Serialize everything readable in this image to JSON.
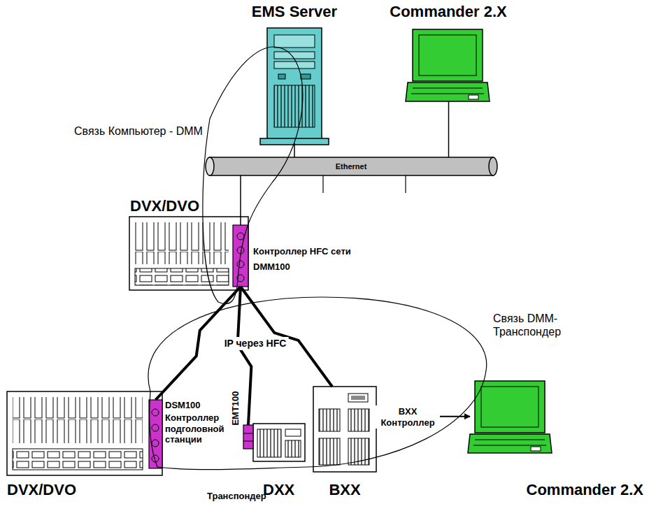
{
  "diagram": {
    "nodes": [
      {
        "text": [
          "EMS Server"
        ]
      },
      {
        "text": [
          "Commander 2.X"
        ]
      },
      {
        "text": [
          "Ethernet"
        ]
      },
      {
        "text": [
          "DVX/DVO"
        ]
      },
      {
        "text": [
          "Контроллер HFC сети",
          "DMM100"
        ],
        "in": 3
      },
      {
        "text": [
          "DVX/DVO"
        ]
      },
      {
        "text": [
          "DSM100",
          "Контроллер подголовной станции"
        ],
        "in": 5
      },
      {
        "text": [
          "EMT100",
          "Транспондер"
        ]
      },
      {
        "text": [
          "DXX"
        ]
      },
      {
        "text": [
          "BXX"
        ]
      },
      {
        "text": [
          "Commander 2.X"
        ]
      }
    ],
    "edges": [
      {
        "from": 0,
        "to": 2,
        "arrow": "none"
      },
      {
        "from": 1,
        "to": 2,
        "arrow": "none"
      },
      {
        "from": 4,
        "to": 2,
        "arrow": "none"
      },
      {
        "from": 4,
        "to": 6,
        "arrow": "none"
      },
      {
        "from": 4,
        "to": 7,
        "arrow": "none"
      },
      {
        "from": 4,
        "to": 9,
        "arrow": "none"
      },
      {
        "from": 9,
        "to": 10,
        "label": "BXX Контроллер",
        "arrow": "both"
      }
    ],
    "labels": [
      "Связь Компьютер - DMM",
      "IP через HFC",
      "Связь DMM-Транспондер"
    ]
  }
}
